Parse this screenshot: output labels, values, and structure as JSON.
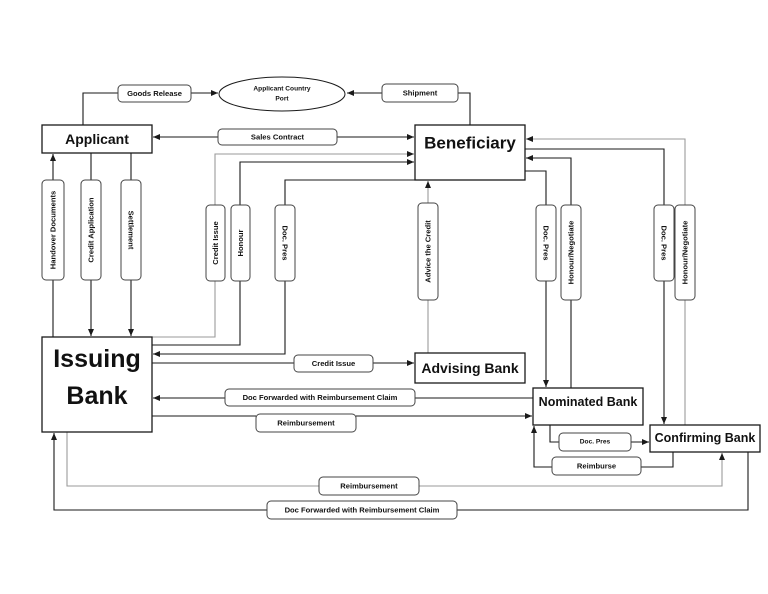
{
  "diagram": {
    "nodes": {
      "applicant": "Applicant",
      "beneficiary": "Beneficiary",
      "issuing_bank": [
        "Issuing",
        "Bank"
      ],
      "advising_bank": "Advising Bank",
      "nominated_bank": "Nominated Bank",
      "confirming_bank": "Confirming Bank",
      "applicant_country_port": [
        "Applicant Country",
        "Port"
      ]
    },
    "flows": {
      "goods_release": "Goods Release",
      "shipment": "Shipment",
      "sales_contract": "Sales Contract",
      "handover_documents": "Handover Documents",
      "credit_application": "Credit Application",
      "settlement": "Settlement",
      "credit_issue_to_beneficiary": "Credit Issue",
      "honour": "Honour",
      "doc_pres_to_issuing": "Doc. Pres",
      "advice_the_credit": "Advice the Credit",
      "doc_pres_to_nominated": "Doc. Pres",
      "honour_negotiate_nominated": "Honour/Negotiate",
      "doc_pres_to_confirming": "Doc. Pres",
      "honour_negotiate_confirming": "Honour/Negotiate",
      "credit_issue_to_advising": "Credit Issue",
      "doc_forwarded_from_nominated": "Doc Forwarded with Reimbursement Claim",
      "reimbursement_to_nominated": "Reimbursement",
      "doc_pres_nominated_to_confirming": "Doc. Pres",
      "reimburse_confirming_to_nominated": "Reimburse",
      "reimbursement_to_confirming": "Reimbursement",
      "doc_forwarded_from_confirming": "Doc Forwarded with Reimbursement Claim"
    }
  }
}
